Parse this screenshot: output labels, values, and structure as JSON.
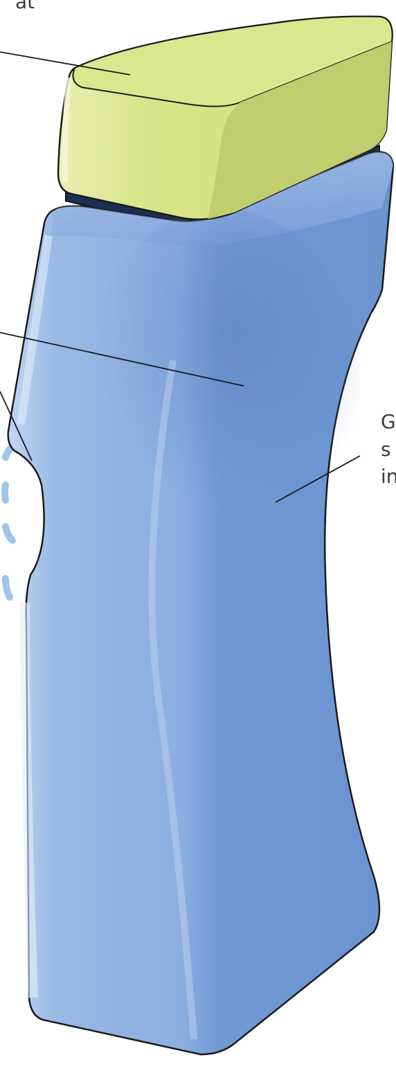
{
  "labels": {
    "top_left_fragment": "at",
    "right_fragment_line1": "G",
    "right_fragment_line2": "s",
    "right_fragment_line3": "in"
  },
  "colors": {
    "cap": "#d6e384",
    "cap_top": "#d9e58a",
    "cap_side_right": "#bfcc6e",
    "body": "#7199d4",
    "body_highlight": "#a9c4ea",
    "body_shadow_line": "#5e86c4",
    "neck": "#1b2f55",
    "outline": "#1a1a1a",
    "leader_line": "#1a1a1a",
    "ring_accent": "#9ec5ea"
  }
}
